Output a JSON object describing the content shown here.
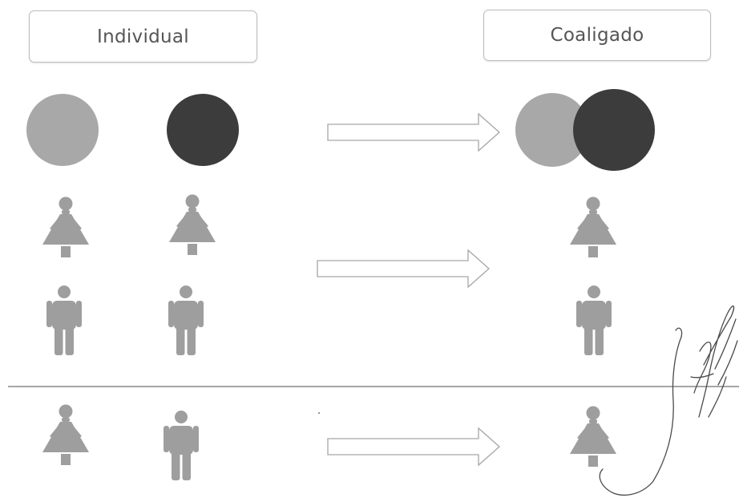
{
  "labels": {
    "individual": "Individual",
    "coaligado": "Coaligado"
  },
  "colors": {
    "circle_light": "#a8a8a8",
    "circle_dark": "#3c3c3c",
    "figure": "#9e9e9e",
    "arrow_stroke": "#a6a6a6",
    "divider": "#6f6f6f",
    "signature": "#4a4a4a"
  },
  "icons": [
    "circle-light",
    "circle-dark",
    "female-person-icon",
    "male-person-icon",
    "right-arrow-icon",
    "signature"
  ]
}
